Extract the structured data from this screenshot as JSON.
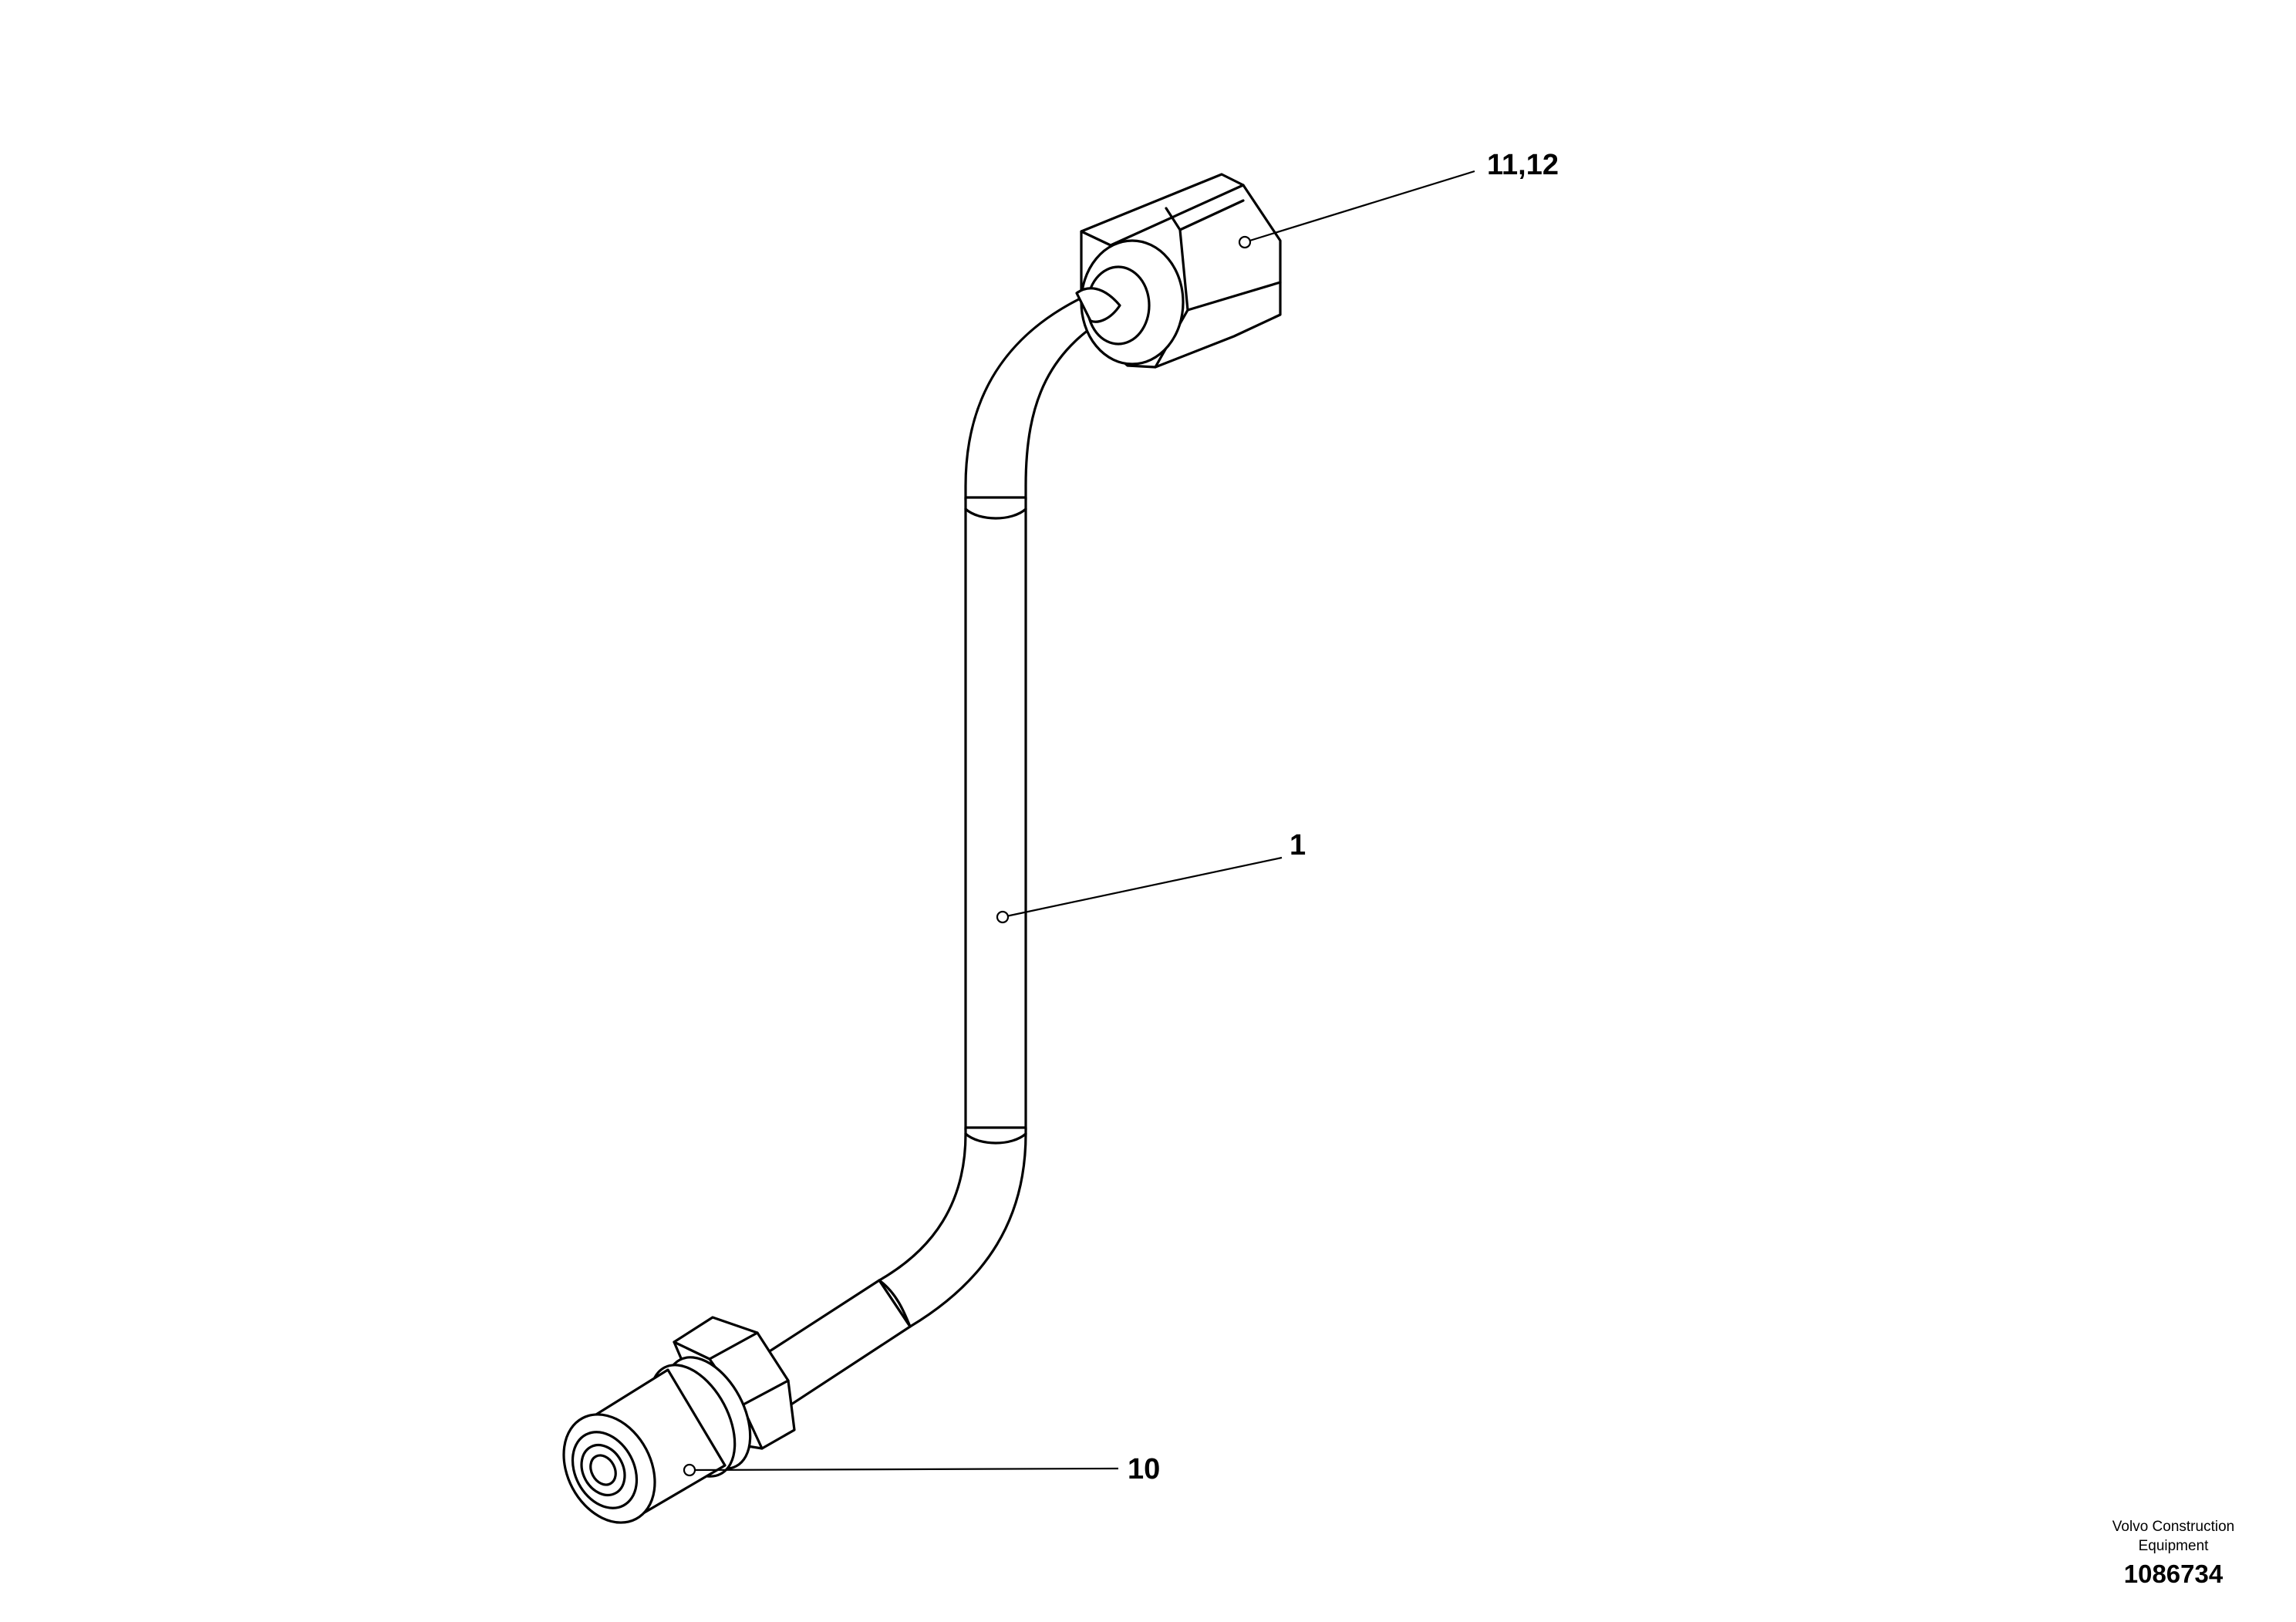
{
  "drawing": {
    "callouts": [
      {
        "id": "nut",
        "label": "11,12"
      },
      {
        "id": "pipe",
        "label": "1"
      },
      {
        "id": "connector",
        "label": "10"
      }
    ],
    "title_block": {
      "brand_line1": "Volvo Construction",
      "brand_line2": "Equipment",
      "drawing_number": "1086734"
    }
  }
}
